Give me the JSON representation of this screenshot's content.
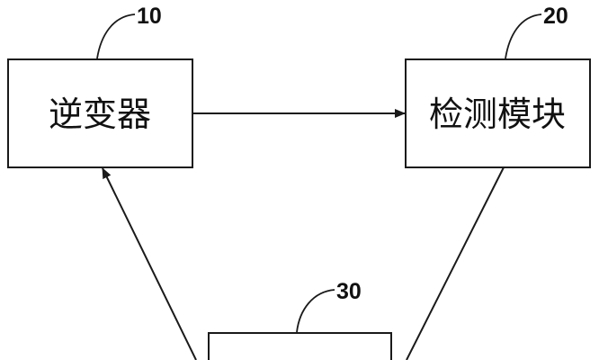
{
  "diagram": {
    "nodes": [
      {
        "id": "inverter",
        "label": "逆变器",
        "ref": "10"
      },
      {
        "id": "detection",
        "label": "检测模块",
        "ref": "20"
      },
      {
        "id": "third",
        "label": "",
        "ref": "30"
      }
    ],
    "edges": [
      {
        "from": "inverter",
        "to": "detection"
      },
      {
        "from": "detection",
        "to": "third"
      },
      {
        "from": "third",
        "to": "inverter"
      }
    ],
    "colors": {
      "stroke": "#1a1a1a",
      "background": "#ffffff"
    }
  }
}
